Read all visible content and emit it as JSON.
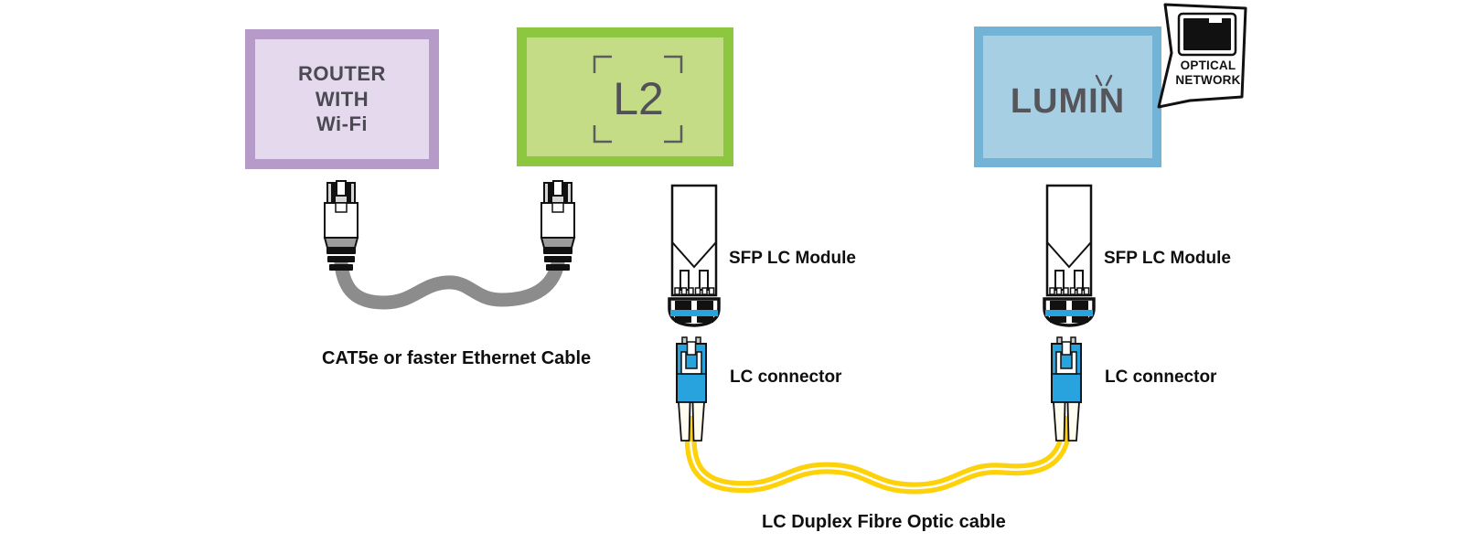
{
  "devices": {
    "router": {
      "lines": [
        "ROUTER",
        "WITH",
        "Wi-Fi"
      ]
    },
    "l2_switch": {
      "label": "L2"
    },
    "lumin": {
      "label": "LUMIN"
    }
  },
  "callout": {
    "lines": [
      "OPTICAL",
      "NETWORK"
    ]
  },
  "labels": {
    "ethernet_cable": "CAT5e or faster Ethernet Cable",
    "sfp_module_left": "SFP LC Module",
    "sfp_module_right": "SFP LC Module",
    "lc_connector_left": "LC connector",
    "lc_connector_right": "LC connector",
    "fibre_cable": "LC Duplex Fibre Optic cable"
  },
  "icons": {
    "optical_port": "optical-network-port-icon",
    "l2_frame": "viewfinder-brackets-icon",
    "rj45": "rj45-connector-icon",
    "sfp": "sfp-module-icon",
    "lc": "lc-connector-icon"
  },
  "colors": {
    "router_border": "#b69ac8",
    "router_fill": "#e5d9ee",
    "l2_border": "#8dc63f",
    "l2_fill": "#c4dc85",
    "lumin_border": "#73b3d5",
    "lumin_fill": "#a6cfe4",
    "ethernet_cable_gray": "#8c8c8c",
    "fibre_yellow": "#fdd20a",
    "lc_blue": "#29a3dd",
    "text_dark": "#4b4a52"
  }
}
